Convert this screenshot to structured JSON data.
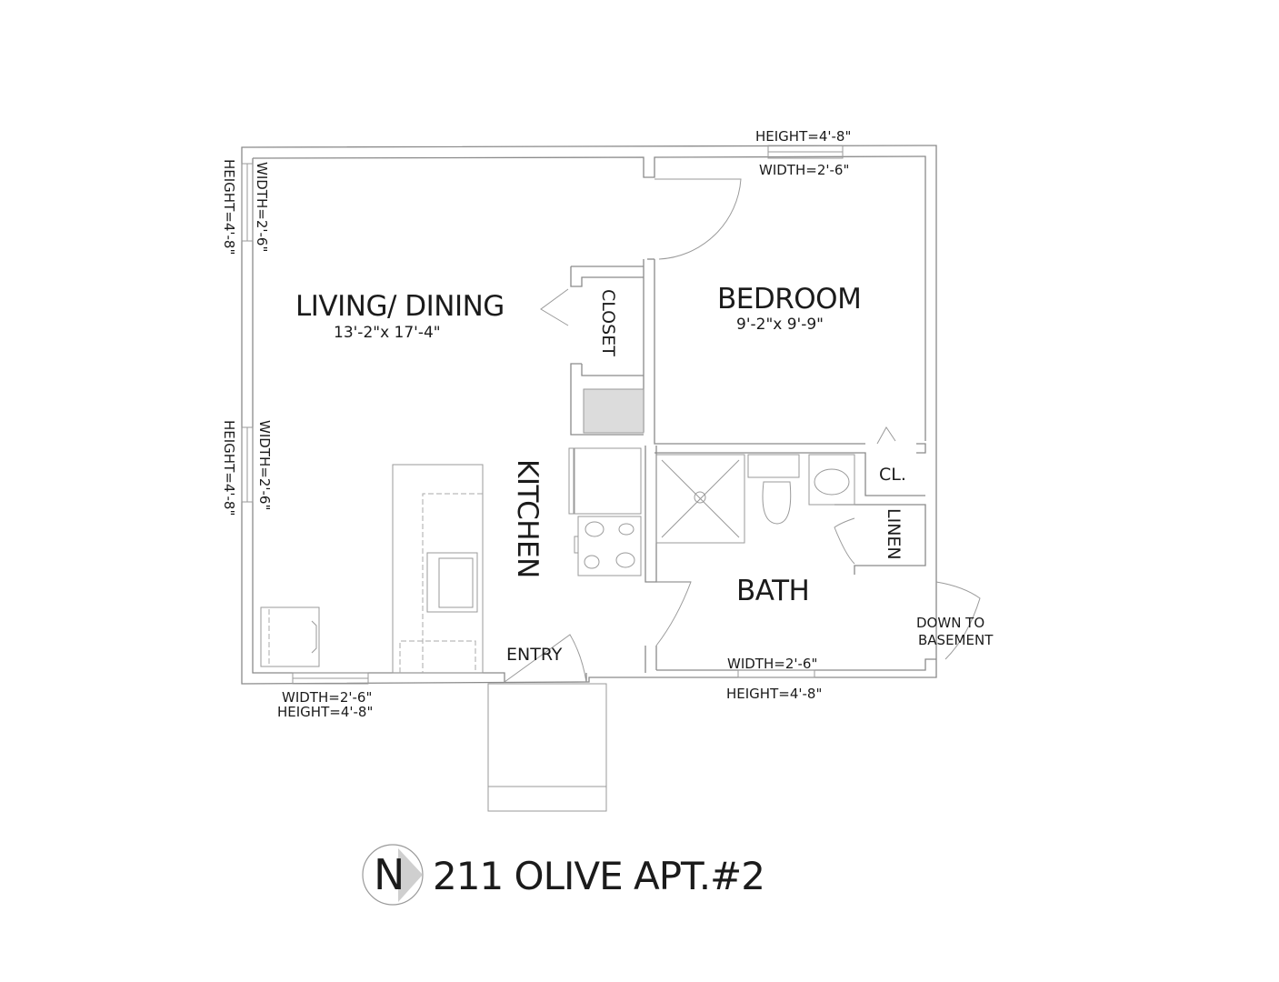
{
  "plan": {
    "title": "211 OLIVE APT.#2",
    "north_symbol": "N",
    "rooms": [
      {
        "name": "LIVING/ DINING",
        "dims": "13'-2\"x 17'-4\""
      },
      {
        "name": "BEDROOM",
        "dims": "9'-2\"x 9'-9\""
      },
      {
        "name": "KITCHEN"
      },
      {
        "name": "BATH"
      },
      {
        "name": "CLOSET"
      },
      {
        "name": "CL."
      },
      {
        "name": "LINEN"
      },
      {
        "name": "ENTRY"
      }
    ],
    "notes": {
      "down_to_basement_1": "DOWN TO",
      "down_to_basement_2": "BASEMENT"
    },
    "windows": [
      {
        "location": "top-bedroom",
        "height": "HEIGHT=4'-8\"",
        "width": "WIDTH=2'-6\""
      },
      {
        "location": "left-upper",
        "height": "HEIGHT=4'-8\"",
        "width": "WIDTH=2'-6\""
      },
      {
        "location": "left-lower",
        "height": "HEIGHT=4'-8\"",
        "width": "WIDTH=2'-6\""
      },
      {
        "location": "bottom-left",
        "height": "HEIGHT=4'-8\"",
        "width": "WIDTH=2'-6\""
      },
      {
        "location": "bottom-bath",
        "height": "HEIGHT=4'-8\"",
        "width": "WIDTH=2'-6\""
      }
    ],
    "colors": {
      "wall": "#8a8a8a",
      "text": "#1b1b1b",
      "fridge_fill": "#dcdcdc"
    }
  }
}
